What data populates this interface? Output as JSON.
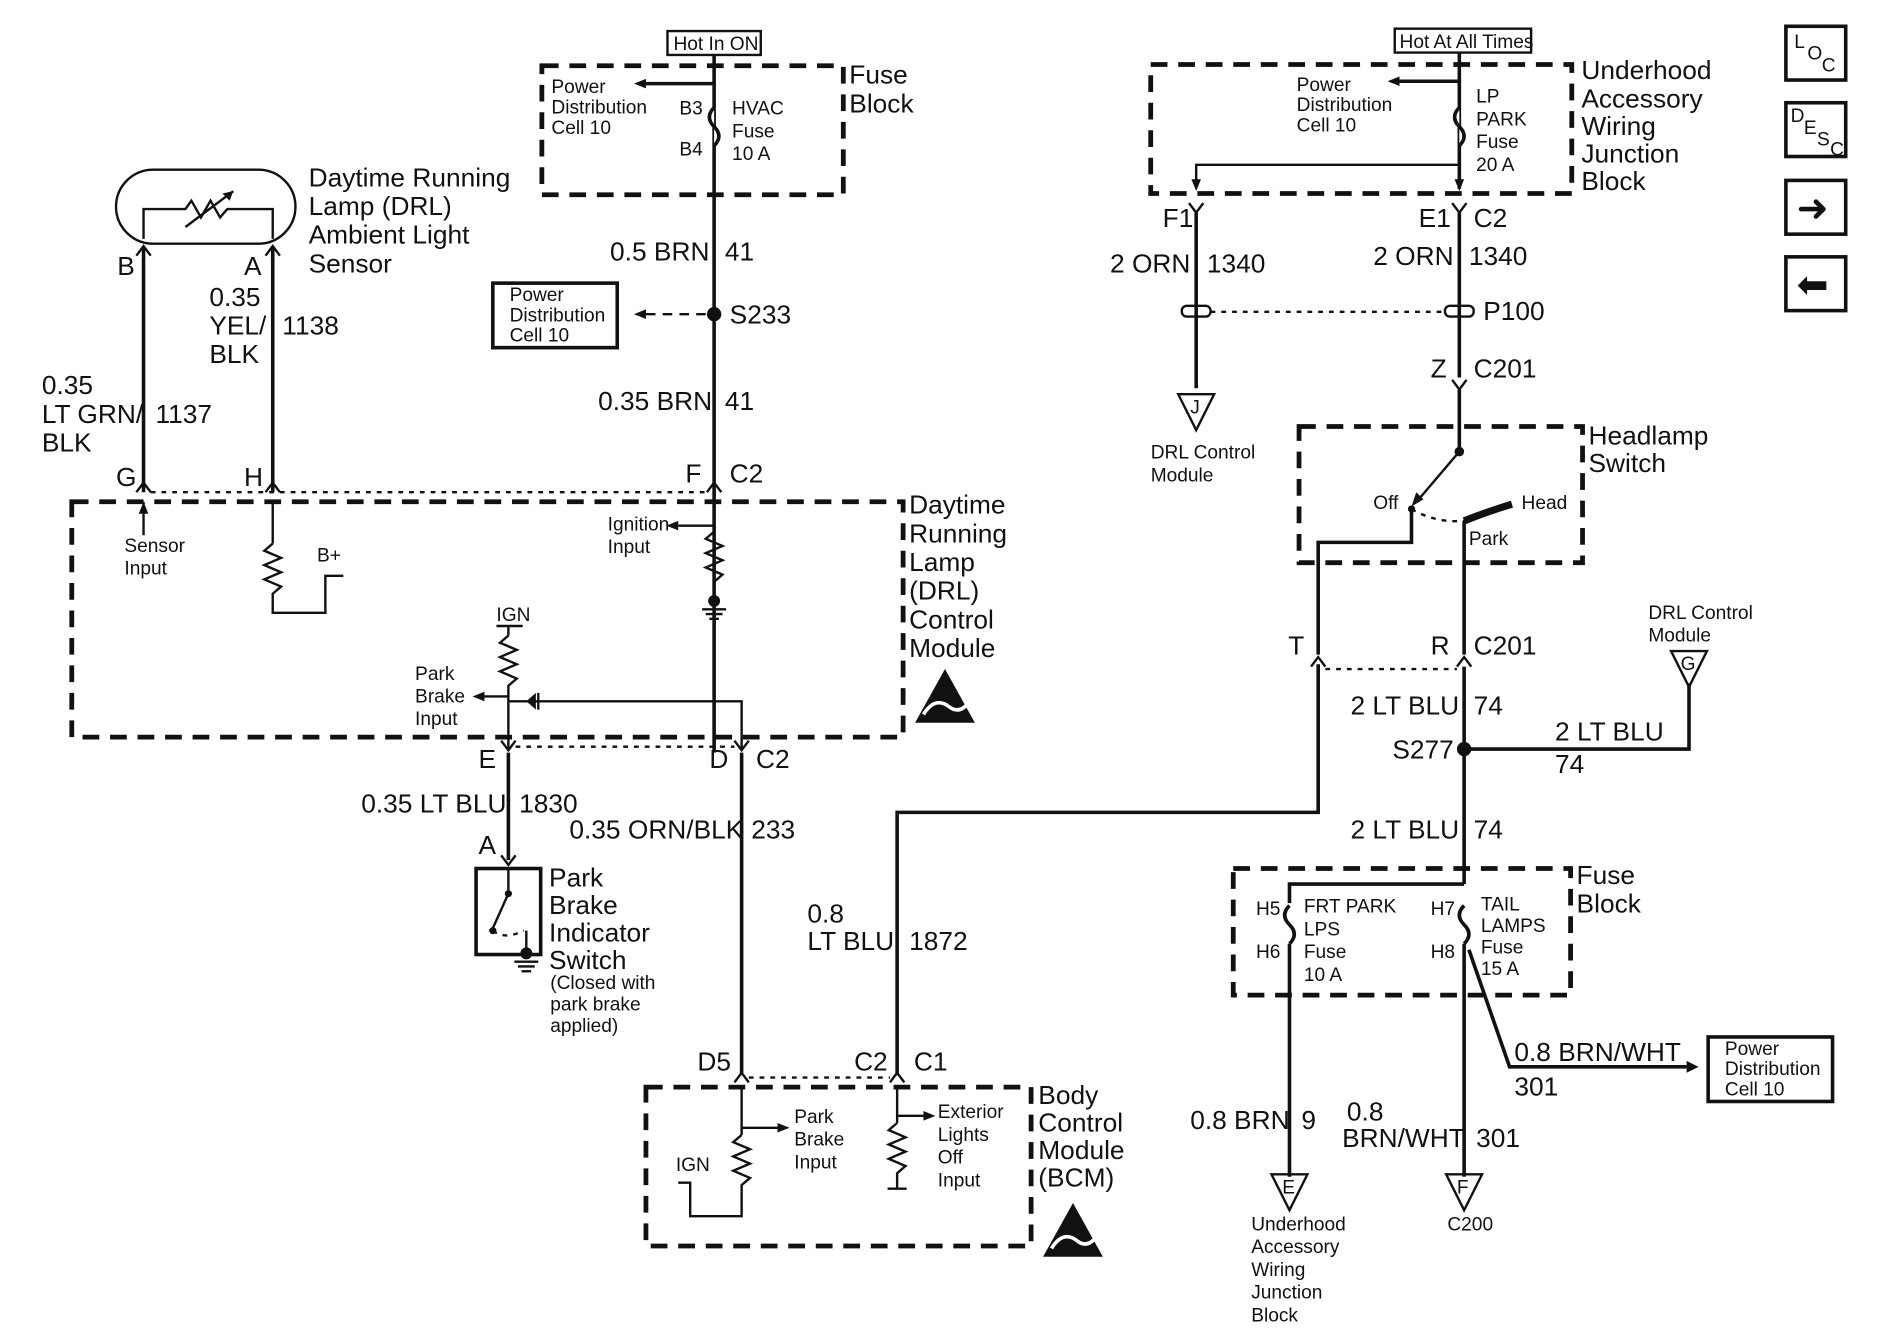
{
  "labels": {
    "hot_in_on": "Hot In ON",
    "hot_at_all_times": "Hot At All Times",
    "fuse_block_1": [
      "Fuse",
      "Block"
    ],
    "underhood_block": [
      "Underhood",
      "Accessory",
      "Wiring",
      "Junction",
      "Block"
    ],
    "power_dist_1": [
      "Power",
      "Distribution",
      "Cell 10"
    ],
    "b3": "B3",
    "b4": "B4",
    "hvac_fuse": [
      "HVAC",
      "Fuse",
      "10 A"
    ],
    "power_dist_2": [
      "Power",
      "Distribution",
      "Cell 10"
    ],
    "lp_park_fuse": [
      "LP",
      "PARK",
      "Fuse",
      "20 A"
    ],
    "drl_sensor": [
      "Daytime Running",
      "Lamp (DRL)",
      "Ambient Light",
      "Sensor"
    ],
    "pin_b": "B",
    "pin_a": "A",
    "w_035": "0.35",
    "w_yel": "YEL/",
    "w_blk": "BLK",
    "c_1138": "1138",
    "w_lt_grn_a": "0.35",
    "w_lt_grn_b": "LT GRN/",
    "w_lt_grn_c": "BLK",
    "c_1137": "1137",
    "w_05brn": "0.5 BRN",
    "c_41a": "41",
    "power_dist_box": [
      "Power",
      "Distribution",
      "Cell 10"
    ],
    "s233": "S233",
    "w_035brn": "0.35 BRN",
    "c_41b": "41",
    "pin_g": "G",
    "pin_h": "H",
    "pin_f": "F",
    "c2_a": "C2",
    "f1": "F1",
    "e1": "E1",
    "c2_b": "C2",
    "w_2orn_a": "2 ORN",
    "c_1340a": "1340",
    "w_2orn_b": "2 ORN",
    "c_1340b": "1340",
    "p100": "P100",
    "drl_ctrl_j": [
      "DRL Control",
      "Module"
    ],
    "j": "J",
    "z": "Z",
    "c201a": "C201",
    "headlamp_switch": [
      "Headlamp",
      "Switch"
    ],
    "off": "Off",
    "head": "Head",
    "park": "Park",
    "sensor_input": [
      "Sensor",
      "Input"
    ],
    "b_plus": "B+",
    "ignition_input": [
      "Ignition",
      "Input"
    ],
    "drl_module": [
      "Daytime",
      "Running",
      "Lamp",
      "(DRL)",
      "Control",
      "Module"
    ],
    "ign1": "IGN",
    "park_brake_input1": [
      "Park",
      "Brake",
      "Input"
    ],
    "pin_t": "T",
    "pin_r": "R",
    "c201b": "C201",
    "drl_ctrl_g": [
      "DRL Control",
      "Module"
    ],
    "g": "G",
    "w_2ltblu_a": "2 LT BLU",
    "c_74a": "74",
    "w_2ltblu_b": "2 LT BLU",
    "c_74b": "74",
    "s277": "S277",
    "pin_e": "E",
    "pin_d": "D",
    "c2_c": "C2",
    "w_035ltblu": "0.35 LT BLU",
    "c_1830": "1830",
    "w_035ornblk": "0.35 ORN/BLK",
    "c_233": "233",
    "w_2ltblu_c": "2 LT BLU",
    "c_74c": "74",
    "pin_a2": "A",
    "park_brake_switch": [
      "Park",
      "Brake",
      "Indicator",
      "Switch"
    ],
    "park_brake_note": [
      "(Closed with",
      "park brake",
      "applied)"
    ],
    "fuse_block_2": [
      "Fuse",
      "Block"
    ],
    "h5": "H5",
    "h6": "H6",
    "frt_park_fuse": [
      "FRT PARK",
      "LPS",
      "Fuse",
      "10 A"
    ],
    "h7": "H7",
    "h8": "H8",
    "tail_fuse": [
      "TAIL",
      "LAMPS",
      "Fuse",
      "15 A"
    ],
    "w_08a": "0.8",
    "w_ltblu": "LT BLU",
    "c_1872": "1872",
    "w_08brnwht": "0.8 BRN/WHT",
    "c_301a": "301",
    "power_dist_3": [
      "Power",
      "Distribution",
      "Cell 10"
    ],
    "d5": "D5",
    "c2_d": "C2",
    "c1": "C1",
    "bcm": [
      "Body",
      "Control",
      "Module",
      "(BCM)"
    ],
    "park_brake_input2": [
      "Park",
      "Brake",
      "Input"
    ],
    "ext_lights": [
      "Exterior",
      "Lights",
      "Off",
      "Input"
    ],
    "ign2": "IGN",
    "w_08brn": "0.8 BRN",
    "c_9": "9",
    "w_08b": "0.8",
    "w_brnwht": "BRN/WHT",
    "c_301b": "301",
    "e_conn": "E",
    "f_conn": "F",
    "underhood_dest": [
      "Underhood",
      "Accessory",
      "Wiring",
      "Junction",
      "Block"
    ],
    "c200": "C200"
  },
  "nav": {
    "loc_l": "L",
    "loc_o": "O",
    "loc_c": "C",
    "desc_d": "D",
    "desc_e": "E",
    "desc_s": "S",
    "desc_c": "C",
    "next_glyph": "➜",
    "prev_glyph": "⬅"
  }
}
